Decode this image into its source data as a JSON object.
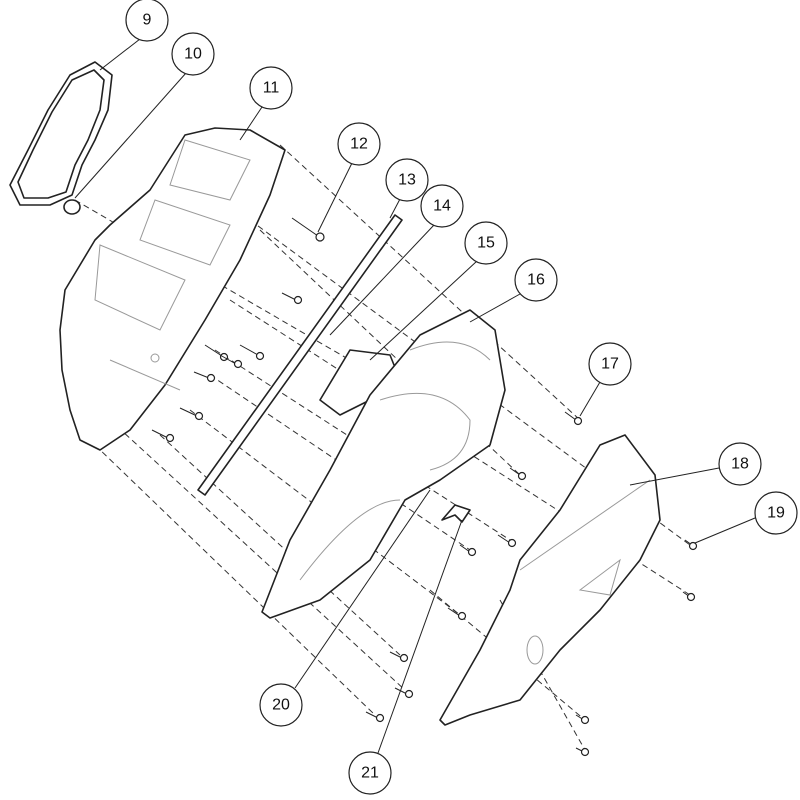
{
  "diagram": {
    "callouts": [
      {
        "label": "9"
      },
      {
        "label": "10"
      },
      {
        "label": "11"
      },
      {
        "label": "12"
      },
      {
        "label": "13"
      },
      {
        "label": "14"
      },
      {
        "label": "15"
      },
      {
        "label": "16"
      },
      {
        "label": "17"
      },
      {
        "label": "18"
      },
      {
        "label": "19"
      },
      {
        "label": "20"
      },
      {
        "label": "21"
      }
    ]
  }
}
